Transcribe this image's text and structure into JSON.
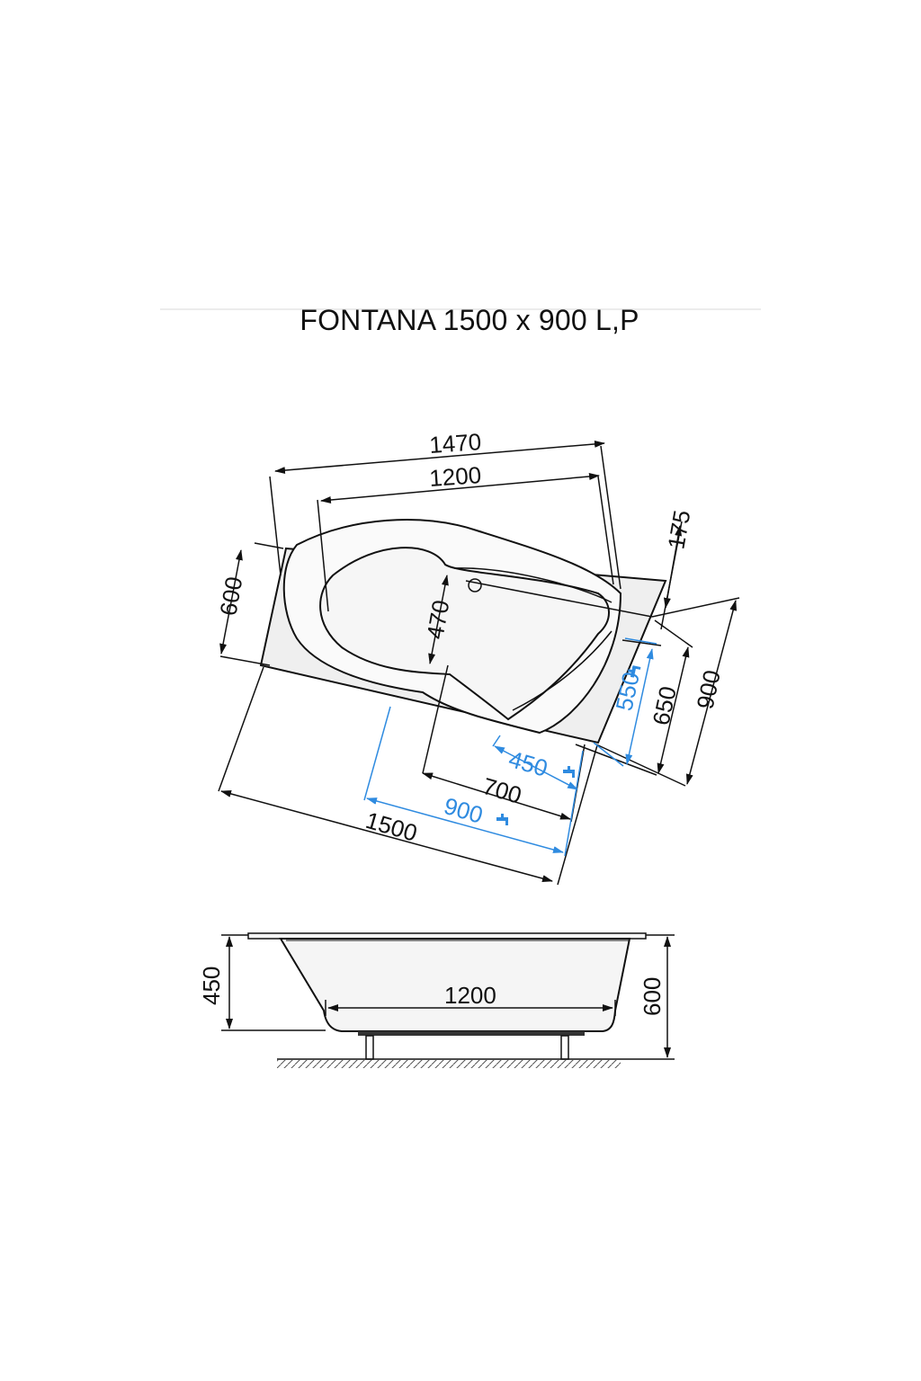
{
  "title": "FONTANA 1500 x 900 L,P",
  "colors": {
    "line": "#111111",
    "water": "#2f8be0",
    "tub_fill": "#f2f2f2"
  },
  "top_view": {
    "dims": {
      "d1470": "1470",
      "d1200": "1200",
      "d175": "175",
      "d600": "600",
      "d470": "470",
      "d550": "550",
      "d650": "650",
      "d900": "900",
      "d450": "450",
      "d700": "700",
      "d900b": "900",
      "d1500": "1500"
    }
  },
  "side_view": {
    "dims": {
      "h450": "450",
      "w1200": "1200",
      "h600": "600"
    }
  }
}
